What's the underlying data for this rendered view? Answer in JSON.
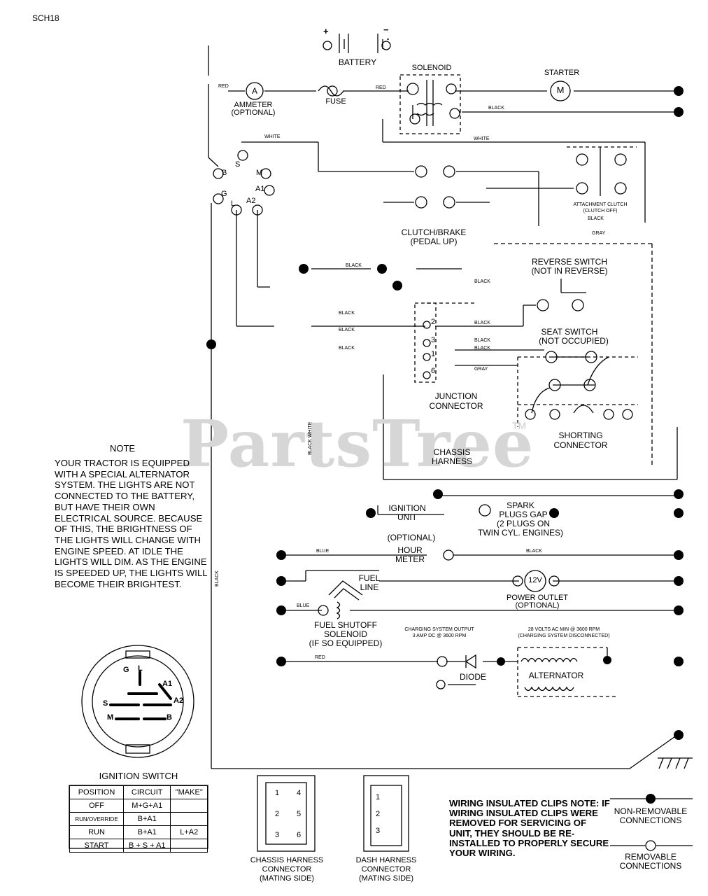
{
  "code": "SCH18",
  "watermark": "PartsTree",
  "watermark_tm": "TM",
  "battery": {
    "label": "BATTERY",
    "plus": "+",
    "minus": "−"
  },
  "solenoid": "SOLENOID",
  "starter": {
    "label": "STARTER",
    "symbol": "M"
  },
  "ammeter": {
    "label": "AMMETER",
    "sub": "(OPTIONAL)",
    "symbol": "A"
  },
  "fuse": "FUSE",
  "wires": {
    "red": "RED",
    "black": "BLACK",
    "white": "WHITE",
    "gray": "GRAY",
    "blue": "BLUE",
    "black_white": "BLACK WHITE"
  },
  "ignition_terms": {
    "s": "S",
    "b": "B",
    "m": "M",
    "g": "G",
    "a1": "A1",
    "l": "L",
    "a2": "A2"
  },
  "attachment_clutch": {
    "line1": "ATTACHMENT CLUTCH",
    "line2": "(CLUTCH OFF)"
  },
  "clutch_brake": {
    "line1": "CLUTCH/BRAKE",
    "line2": "(PEDAL UP)"
  },
  "reverse_switch": {
    "line1": "REVERSE SWITCH",
    "line2": "(NOT IN REVERSE)"
  },
  "seat_switch": {
    "line1": "SEAT SWITCH",
    "line2": "(NOT OCCUPIED)"
  },
  "junction": {
    "line1": "JUNCTION",
    "line2": "CONNECTOR",
    "pins": [
      "2",
      "3",
      "1",
      "6"
    ]
  },
  "chassis_harness": {
    "line1": "CHASSIS",
    "line2": "HARNESS"
  },
  "shorting_connector": {
    "line1": "SHORTING",
    "line2": "CONNECTOR"
  },
  "ignition_unit": {
    "line1": "IGNITION",
    "line2": "UNIT"
  },
  "spark_plugs": {
    "line1": "SPARK",
    "line2": "PLUGS GAP",
    "line3": "(2 PLUGS ON",
    "line4": "TWIN CYL. ENGINES)"
  },
  "hour_meter": {
    "optional": "(OPTIONAL)",
    "line1": "HOUR",
    "line2": "METER"
  },
  "fuel_line": {
    "line1": "FUEL",
    "line2": "LINE"
  },
  "power_outlet": {
    "symbol": "12V",
    "line1": "POWER OUTLET",
    "line2": "(OPTIONAL)"
  },
  "fuel_solenoid": {
    "line1": "FUEL SHUTOFF",
    "line2": "SOLENOID",
    "line3": "(IF SO EQUIPPED)"
  },
  "charging_note": {
    "line1": "CHARGING SYSTEM OUTPUT",
    "line2": "3 AMP DC @ 3600 RPM"
  },
  "alternator_note": {
    "line1": "28 VOLTS AC MIN @ 3600 RPM",
    "line2": "(CHARGING SYSTEM DISCONNECTED)"
  },
  "diode": "DIODE",
  "alternator": "ALTERNATOR",
  "note": {
    "title": "NOTE",
    "body": "YOUR TRACTOR IS EQUIPPED WITH A SPECIAL ALTERNATOR SYSTEM. THE LIGHTS ARE NOT CONNECTED TO THE BATTERY, BUT HAVE THEIR OWN ELECTRICAL SOURCE. BECAUSE OF THIS, THE BRIGHTNESS OF THE LIGHTS WILL CHANGE WITH ENGINE SPEED. AT IDLE THE LIGHTS WILL DIM. AS THE ENGINE IS SPEEDED UP, THE LIGHTS WILL BECOME THEIR BRIGHTEST."
  },
  "ignition_switch": {
    "title": "IGNITION SWITCH",
    "terms": {
      "g": "G",
      "l": "L",
      "a1": "A1",
      "a2": "A2",
      "s": "S",
      "m": "M",
      "b": "B"
    },
    "table": {
      "headers": [
        "POSITION",
        "CIRCUIT",
        "\"MAKE\""
      ],
      "rows": [
        [
          "OFF",
          "M+G+A1",
          ""
        ],
        [
          "RUN/OVERRIDE",
          "B+A1",
          ""
        ],
        [
          "RUN",
          "B+A1",
          "L+A2"
        ],
        [
          "START",
          "B + S + A1",
          ""
        ]
      ]
    }
  },
  "chassis_connector": {
    "line1": "CHASSIS HARNESS",
    "line2": "CONNECTOR",
    "line3": "(MATING SIDE)"
  },
  "dash_connector": {
    "line1": "DASH HARNESS",
    "line2": "CONNECTOR",
    "line3": "(MATING SIDE)"
  },
  "connector_pins": [
    "1",
    "2",
    "3",
    "4",
    "5",
    "6"
  ],
  "clips_note": "WIRING INSULATED CLIPS NOTE: IF WIRING INSULATED CLIPS WERE REMOVED FOR SERVICING OF UNIT, THEY SHOULD BE RE-INSTALLED TO PROPERLY SECURE YOUR WIRING.",
  "legend": {
    "non_removable": {
      "line1": "NON-REMOVABLE",
      "line2": "CONNECTIONS"
    },
    "removable": {
      "line1": "REMOVABLE",
      "line2": "CONNECTIONS"
    }
  }
}
